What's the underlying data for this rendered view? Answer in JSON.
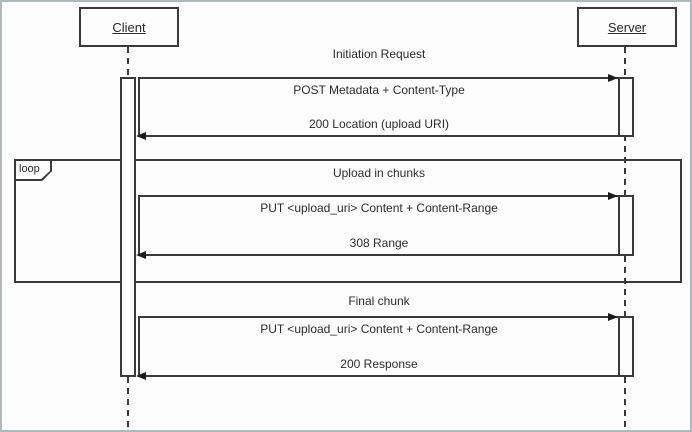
{
  "diagram": {
    "type": "uml-sequence",
    "client_label": "Client",
    "server_label": "Server",
    "loop_label": "loop",
    "line_color": "#3a3a3a",
    "background_color": "#fdfdfd",
    "border_color": "#b2b7b9",
    "exchanges": [
      {
        "title": "Initiation Request",
        "request": "POST Metadata + Content-Type",
        "response": "200 Location (upload URI)"
      },
      {
        "title": "Upload in chunks",
        "request": "PUT <upload_uri> Content + Content-Range",
        "response": "308 Range"
      },
      {
        "title": "Final chunk",
        "request": "PUT <upload_uri> Content + Content-Range",
        "response": "200 Response"
      }
    ]
  }
}
